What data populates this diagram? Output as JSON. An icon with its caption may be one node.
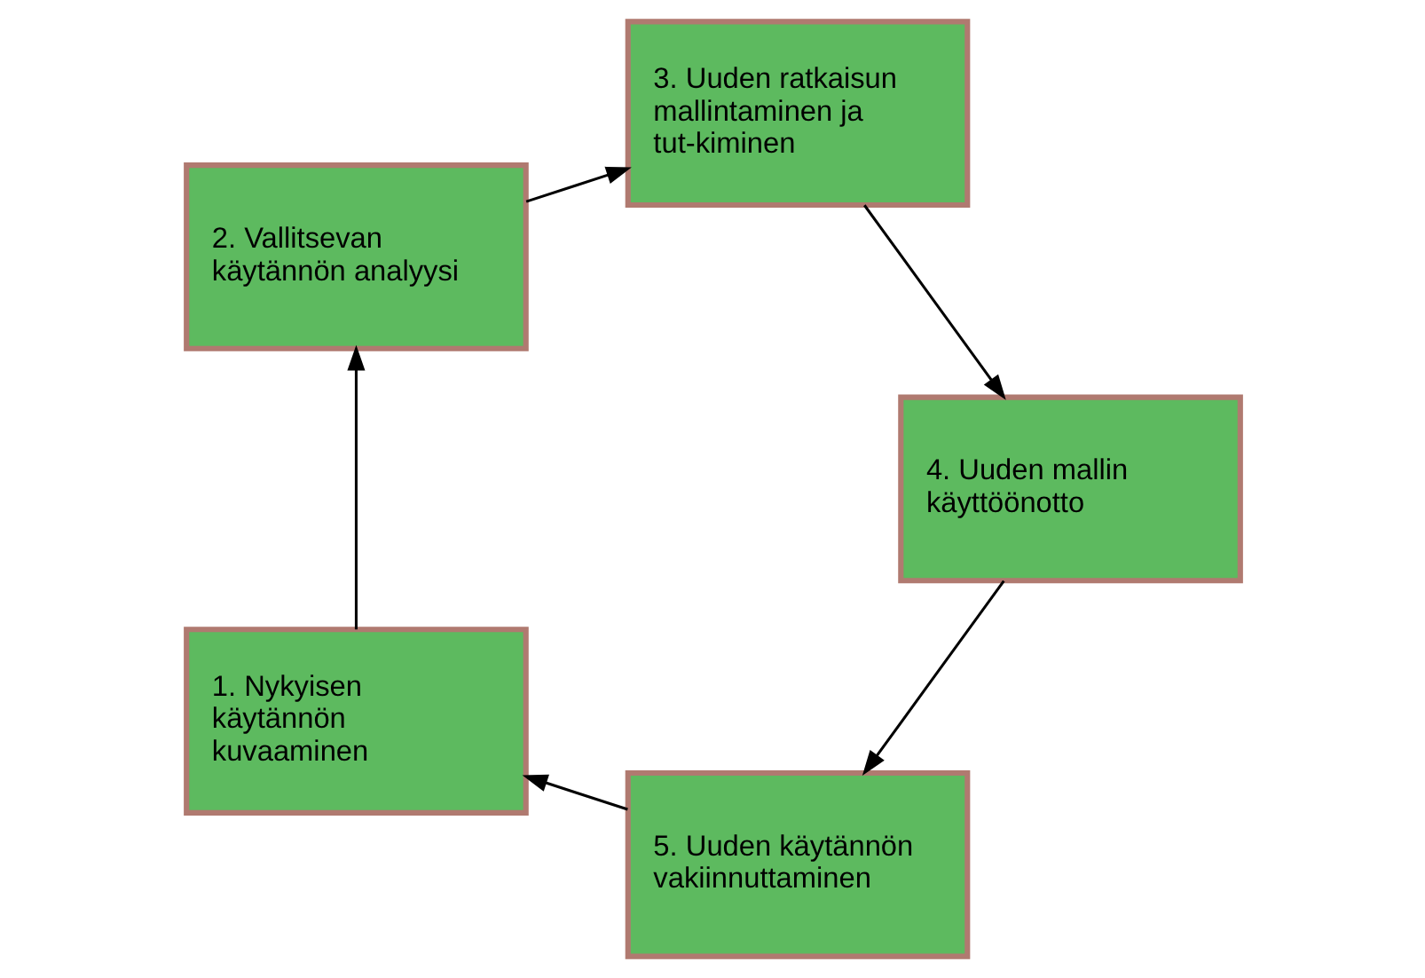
{
  "diagram": {
    "nodes": [
      {
        "text": [
          "5. Uuden käytännön vakiinnuttaminen"
        ]
      },
      {
        "text": [
          "1. Nykyisen käytännön kuvaaminen"
        ]
      },
      {
        "text": [
          "4. Uuden mallin käyttöönotto"
        ]
      },
      {
        "text": [
          "2. Vallitsevan käytännön analyysi"
        ]
      },
      {
        "text": [
          "3. Uuden ratkaisun mallintaminen ja tut-kiminen"
        ]
      }
    ],
    "edges": [
      {
        "from": 0,
        "to": 1,
        "arrow": "to"
      },
      {
        "from": 1,
        "to": 3,
        "arrow": "to"
      },
      {
        "from": 3,
        "to": 4,
        "arrow": "to"
      },
      {
        "from": 4,
        "to": 2,
        "arrow": "to"
      },
      {
        "from": 2,
        "to": 0,
        "arrow": "to"
      }
    ]
  }
}
